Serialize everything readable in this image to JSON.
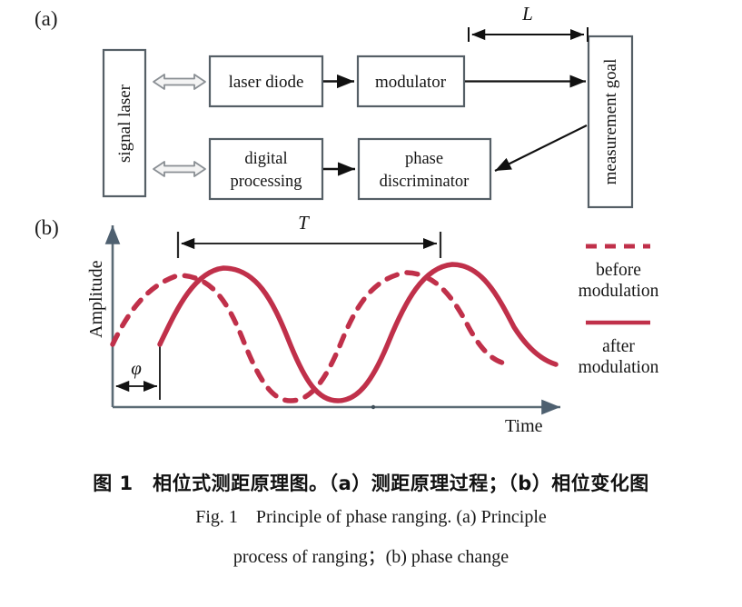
{
  "figure": {
    "panel_a_label": "(a)",
    "panel_b_label": "(b)"
  },
  "colors": {
    "box_stroke": "#555f66",
    "arrow": "#111111",
    "hollow_arrow_stroke": "#8a8f94",
    "curve_red": "#c0304a",
    "axis": "#5b6b75"
  },
  "block_diagram": {
    "boxes": [
      {
        "id": "signal-laser",
        "label": "signal laser",
        "orientation": "vertical"
      },
      {
        "id": "laser-diode",
        "label": "laser diode",
        "orientation": "horizontal"
      },
      {
        "id": "modulator",
        "label": "modulator",
        "orientation": "horizontal"
      },
      {
        "id": "digital-processing",
        "label_line1": "digital",
        "label_line2": "processing",
        "orientation": "horizontal"
      },
      {
        "id": "phase-discriminator",
        "label_line1": "phase",
        "label_line2": "discriminator",
        "orientation": "horizontal"
      },
      {
        "id": "measurement-goal",
        "label": "measurement goal",
        "orientation": "vertical"
      }
    ],
    "dimension": {
      "id": "distance-L",
      "label": "L"
    }
  },
  "waveform_chart": {
    "y_axis_label": "Amplitude",
    "x_axis_label": "Time",
    "period_label": "T",
    "phase_label": "φ",
    "legend": [
      {
        "id": "before-modulation",
        "style": "dashed",
        "line1": "before",
        "line2": "modulation"
      },
      {
        "id": "after-modulation",
        "style": "solid",
        "line1": "after",
        "line2": "modulation"
      }
    ]
  },
  "chart_data": {
    "type": "line",
    "title": "",
    "xlabel": "Time",
    "ylabel": "Amplitude",
    "xlim": [
      0,
      1
    ],
    "ylim": [
      -1,
      1
    ],
    "grid": false,
    "legend_position": "right",
    "annotations": [
      {
        "label": "T",
        "meaning": "period",
        "type": "span-arrow"
      },
      {
        "label": "φ",
        "meaning": "phase shift",
        "type": "span-arrow"
      },
      {
        "label": "L",
        "meaning": "measured distance",
        "type": "span-arrow"
      }
    ],
    "series": [
      {
        "name": "before modulation",
        "style": "dashed",
        "color": "#c0304a",
        "description": "sine wave starting at zero crossing rising, peak near x=0.15, trough near x=0.65",
        "phase_offset": 0.0,
        "x": [
          0.0,
          0.05,
          0.1,
          0.15,
          0.2,
          0.25,
          0.3,
          0.35,
          0.4,
          0.45,
          0.5,
          0.55,
          0.6,
          0.65,
          0.7,
          0.75,
          0.8,
          0.85,
          0.9
        ],
        "y": [
          0.0,
          0.48,
          0.84,
          1.0,
          0.95,
          0.71,
          0.31,
          -0.16,
          -0.59,
          -0.89,
          -1.0,
          -0.91,
          -0.63,
          -0.21,
          0.26,
          0.67,
          0.93,
          1.0,
          0.8
        ]
      },
      {
        "name": "after modulation",
        "style": "solid",
        "color": "#c0304a",
        "description": "same sine wave delayed by phase shift phi, starts at x=0.105",
        "phase_offset": 0.105,
        "x": [
          0.105,
          0.155,
          0.205,
          0.255,
          0.305,
          0.355,
          0.405,
          0.455,
          0.505,
          0.555,
          0.605,
          0.655,
          0.705,
          0.755,
          0.805,
          0.855,
          0.905,
          0.955,
          1.0
        ],
        "y": [
          0.0,
          0.48,
          0.84,
          1.0,
          0.95,
          0.71,
          0.31,
          -0.16,
          -0.59,
          -0.89,
          -1.0,
          -0.91,
          -0.63,
          -0.21,
          0.26,
          0.67,
          0.93,
          1.0,
          0.72
        ]
      }
    ]
  },
  "caption": {
    "chinese": "图 1　相位式测距原理图。（a）测距原理过程；（b）相位变化图",
    "english_line1": "Fig. 1 Principle of phase ranging. (a) Principle",
    "english_line2": "process of ranging；(b) phase change"
  }
}
